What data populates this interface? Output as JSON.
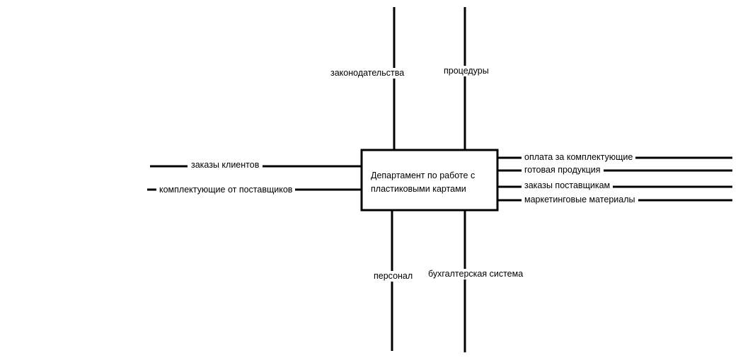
{
  "diagram": {
    "center_block": {
      "line1": "Департамент по работе с",
      "line2": "пластиковыми картами"
    },
    "controls": {
      "legislation": "законодательства",
      "procedures": "процедуры"
    },
    "mechanisms": {
      "staff": "персонал",
      "accounting": "бухгалтерская система"
    },
    "inputs": {
      "client_orders": "заказы клиентов",
      "supplier_components": "комплектующие от поставщиков"
    },
    "outputs": {
      "component_payment": "оплата за комплектующие",
      "finished_products": "готовая продукция",
      "supplier_orders": "заказы поставщикам",
      "marketing_materials": "маркетинговые материалы"
    },
    "colors": {
      "line": "#000000",
      "background": "#ffffff"
    }
  }
}
